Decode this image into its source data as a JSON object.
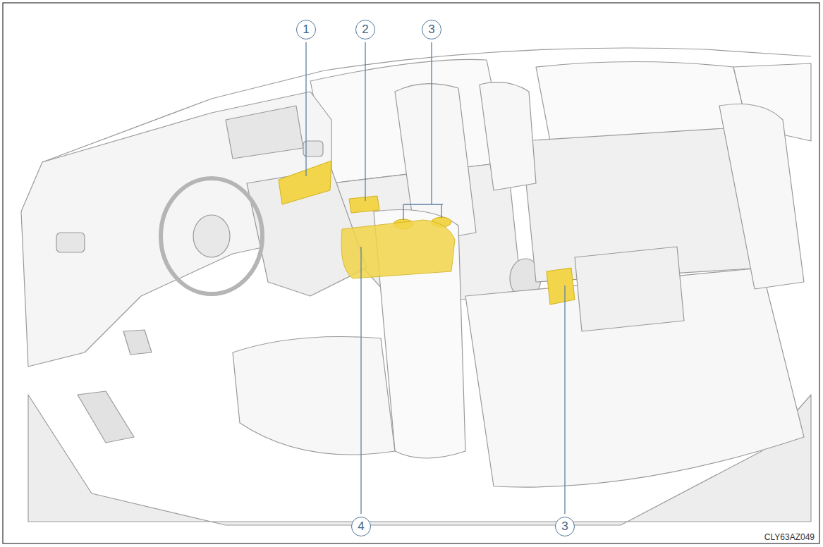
{
  "diagram": {
    "labels": [
      "1",
      "2",
      "3",
      "4",
      "3",
      "CLY63AZ049"
    ]
  }
}
